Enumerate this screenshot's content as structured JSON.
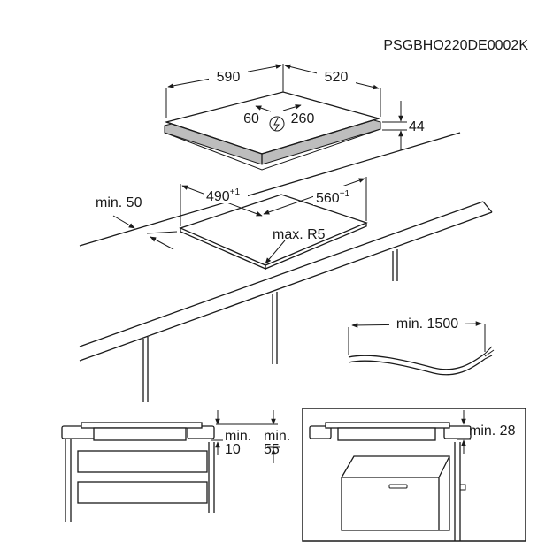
{
  "model_code": "PSGBHO220DE0002K",
  "hob": {
    "width": "590",
    "depth": "520",
    "height": "44",
    "cable_left": "60",
    "cable_right": "260"
  },
  "cutout": {
    "width": "560",
    "width_tol": "+1",
    "depth": "490",
    "depth_tol": "+1",
    "radius": "max. R5",
    "front_gap": "min. 50"
  },
  "cable": {
    "length": "min. 1500"
  },
  "section_left": {
    "min_label_a": "min.",
    "min_value_a": "10",
    "min_label_b": "min.",
    "min_value_b": "55"
  },
  "section_right": {
    "gap": "min. 28"
  }
}
